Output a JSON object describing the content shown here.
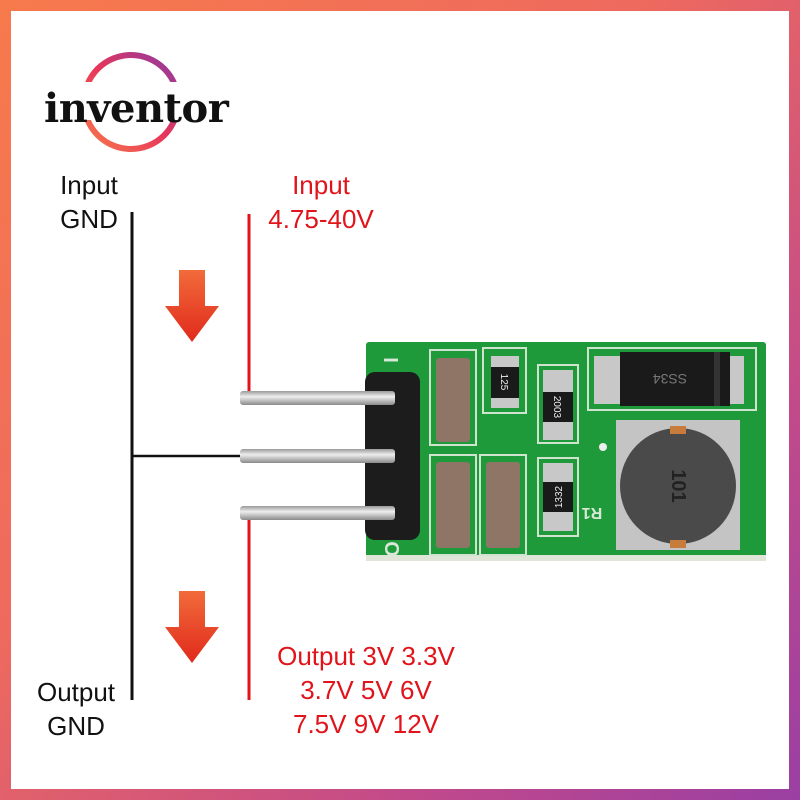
{
  "brand": {
    "name": "inventor"
  },
  "labels": {
    "input_gnd": [
      "Input",
      "GND"
    ],
    "input_voltage": [
      "Input",
      "4.75-40V"
    ],
    "output_gnd": [
      "Output",
      "GND"
    ],
    "output_voltages": [
      "Output 3V 3.3V",
      "3.7V 5V 6V",
      "7.5V 9V 12V"
    ]
  },
  "pcb_markings": {
    "pin_in": "I",
    "pin_out": "O",
    "resistor_1": "125",
    "resistor_2": "2003",
    "resistor_3": "1332",
    "diode": "SS34",
    "ref_r1": "R1",
    "inductor": "101"
  },
  "colors": {
    "accent_red": "#e0141a",
    "pcb_green": "#1f9a3a",
    "frame_start": "#f77a4c",
    "frame_end": "#9a3fa3"
  }
}
